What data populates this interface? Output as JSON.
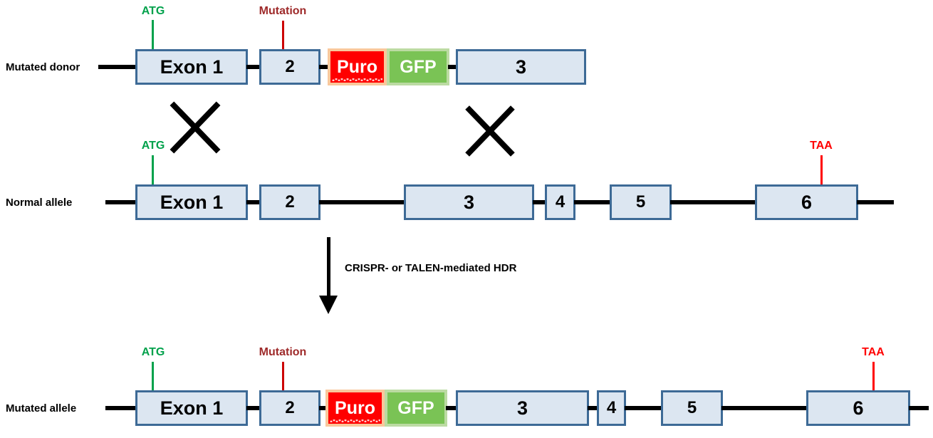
{
  "figure": {
    "title": "CRISPR/TALEN-mediated HDR gene targeting schematic",
    "process_text": "CRISPR- or TALEN-mediated HDR"
  },
  "colors": {
    "exon_fill": "#dce6f1",
    "exon_border": "#3d6a96",
    "backbone": "#000000",
    "atg_green": "#00a14b",
    "mutation_dark_red": "#9e2a2a",
    "mutation_tick_red": "#cc0000",
    "taa_red": "#ff0000",
    "puro_fill": "#ff0000",
    "puro_border": "#f9c89c",
    "gfp_fill": "#7ac355",
    "gfp_border": "#bcdba3",
    "cross_black": "#000000"
  },
  "rows": {
    "donor": {
      "label": "Mutated donor",
      "exons": [
        {
          "name": "exon-1",
          "text": "Exon 1"
        },
        {
          "name": "exon-2",
          "text": "2"
        },
        {
          "name": "exon-3",
          "text": "3"
        }
      ],
      "cassette": [
        {
          "name": "puro",
          "text": "Puro"
        },
        {
          "name": "gfp",
          "text": "GFP"
        }
      ],
      "markers": [
        {
          "name": "atg",
          "text": "ATG"
        },
        {
          "name": "mutation",
          "text": "Mutation"
        }
      ]
    },
    "normal": {
      "label": "Normal allele",
      "exons": [
        {
          "name": "exon-1",
          "text": "Exon 1"
        },
        {
          "name": "exon-2",
          "text": "2"
        },
        {
          "name": "exon-3",
          "text": "3"
        },
        {
          "name": "exon-4",
          "text": "4"
        },
        {
          "name": "exon-5",
          "text": "5"
        },
        {
          "name": "exon-6",
          "text": "6"
        }
      ],
      "markers": [
        {
          "name": "atg",
          "text": "ATG"
        },
        {
          "name": "taa",
          "text": "TAA"
        }
      ]
    },
    "mutated": {
      "label": "Mutated allele",
      "exons": [
        {
          "name": "exon-1",
          "text": "Exon 1"
        },
        {
          "name": "exon-2",
          "text": "2"
        },
        {
          "name": "exon-3",
          "text": "3"
        },
        {
          "name": "exon-4",
          "text": "4"
        },
        {
          "name": "exon-5",
          "text": "5"
        },
        {
          "name": "exon-6",
          "text": "6"
        }
      ],
      "cassette": [
        {
          "name": "puro",
          "text": "Puro"
        },
        {
          "name": "gfp",
          "text": "GFP"
        }
      ],
      "markers": [
        {
          "name": "atg",
          "text": "ATG"
        },
        {
          "name": "mutation",
          "text": "Mutation"
        },
        {
          "name": "taa",
          "text": "TAA"
        }
      ]
    }
  },
  "crossovers": [
    {
      "name": "crossover-left"
    },
    {
      "name": "crossover-right"
    }
  ]
}
